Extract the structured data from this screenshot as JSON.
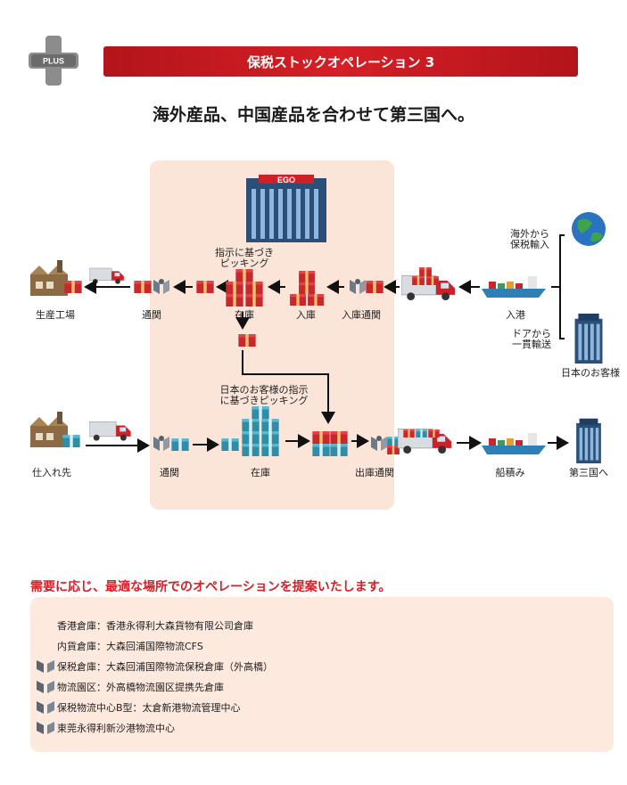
{
  "badge": {
    "text": "PLUS"
  },
  "header": {
    "title": "保税ストックオペレーション 3"
  },
  "subtitle": "海外産品、中国産品を合わせて第三国へ。",
  "building": {
    "logo": "EGO"
  },
  "colors": {
    "accent": "#d61f26",
    "panel": "#fbe5d9",
    "note_panel": "#fde9dd"
  },
  "top_flow": {
    "factory": "生産工場",
    "customs": "通関",
    "picking_1": "指示に基づき",
    "picking_2": "ピッキング",
    "stock": "在庫",
    "receiving": "入庫",
    "inbound_customs": "入庫通関",
    "port": "入港",
    "overseas_1": "海外から",
    "overseas_2": "保税輸入",
    "door_1": "ドアから",
    "door_2": "一貫輸送",
    "japan_customer": "日本のお客様"
  },
  "bottom_flow": {
    "supplier": "仕入れ先",
    "customs": "通関",
    "stock": "在庫",
    "instruction_1": "日本のお客様の指示",
    "instruction_2": "に基づきピッキング",
    "outbound_customs": "出庫通関",
    "loading": "船積み",
    "third_country": "第三国へ"
  },
  "notes": {
    "title": "需要に応じ、最適な場所でのオペレーションを提案いたします。",
    "items": [
      {
        "text": "香港倉庫：香港永得利大森貨物有限公司倉庫",
        "icon": false
      },
      {
        "text": "内貨倉庫：大森回浦国際物流CFS",
        "icon": false
      },
      {
        "text": "保税倉庫：大森回浦国際物流保税倉庫（外高橋）",
        "icon": true
      },
      {
        "text": "物流園区：外高橋物流園区提携先倉庫",
        "icon": true
      },
      {
        "text": "保税物流中心B型：太倉新港物流管理中心",
        "icon": true
      },
      {
        "text": "東莞永得利新沙港物流中心",
        "icon": true
      }
    ]
  }
}
